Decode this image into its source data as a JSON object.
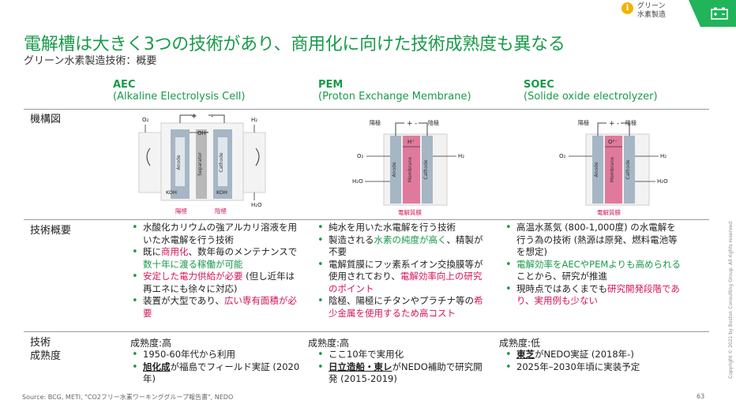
{
  "header": {
    "tag_label_1": "グリーン",
    "tag_label_2": "水素製造",
    "title": "電解槽は大きく3つの技術があり、商用化に向けた技術成熟度も異なる",
    "subtitle": "グリーン水素製造技術：概要"
  },
  "row_labels": {
    "mechanism": "機構図",
    "overview": "技術概要",
    "maturity_1": "技術",
    "maturity_2": "成熟度"
  },
  "columns": [
    {
      "name": "AEC",
      "full": "(Alkaline Electrolysis Cell)",
      "diagram": {
        "o2": "O₂",
        "h2": "H₂",
        "h2o": "H₂O",
        "oh": "OH⁻",
        "koh": "KOH",
        "anode": "Anode",
        "separator": "Separator",
        "cathode": "Cathode",
        "plus": "+",
        "minus": "-",
        "anode_label": "陽極",
        "cathode_label": "陰極"
      },
      "overview": [
        {
          "parts": [
            {
              "t": "水酸化カリウムの強アルカリ溶液を用いた水電解を行う技術",
              "c": ""
            }
          ]
        },
        {
          "parts": [
            {
              "t": "既に",
              "c": ""
            },
            {
              "t": "商用化",
              "c": "rd"
            },
            {
              "t": "、数年毎のメンテナンスで",
              "c": ""
            },
            {
              "t": "数十年に渡る稼働が可能",
              "c": "gr"
            }
          ]
        },
        {
          "parts": [
            {
              "t": "安定した電力供給が必要",
              "c": "rd"
            },
            {
              "t": " (但し近年は再エネにも徐々に対応)",
              "c": ""
            }
          ]
        },
        {
          "parts": [
            {
              "t": "装置が大型であり、",
              "c": ""
            },
            {
              "t": "広い専有面積が必要",
              "c": "rd"
            }
          ]
        }
      ],
      "maturity": {
        "level": "成熟度:高",
        "items": [
          {
            "parts": [
              {
                "t": "1950-60年代から利用",
                "c": ""
              }
            ]
          },
          {
            "parts": [
              {
                "t": "旭化成",
                "c": "ul"
              },
              {
                "t": "が福島でフィールド実証 (2020年)",
                "c": ""
              }
            ]
          }
        ]
      }
    },
    {
      "name": "PEM",
      "full": "(Proton Exchange Membrane)",
      "diagram": {
        "o2": "O₂",
        "h2": "H₂",
        "h2o": "H₂O",
        "ion": "H⁺",
        "anode": "Anode",
        "membrane": "Membrane",
        "cathode": "Cathode",
        "plus": "+",
        "minus": "-",
        "anode_label": "陽極",
        "cathode_label": "陰極",
        "membrane_label": "電解質膜"
      },
      "overview": [
        {
          "parts": [
            {
              "t": "純水を用いた水電解を行う技術",
              "c": ""
            }
          ]
        },
        {
          "parts": [
            {
              "t": "製造される",
              "c": ""
            },
            {
              "t": "水素の純度が高く",
              "c": "gr"
            },
            {
              "t": "、精製が不要",
              "c": ""
            }
          ]
        },
        {
          "parts": [
            {
              "t": "電解質膜にフッ素系イオン交換膜等が使用されており、",
              "c": ""
            },
            {
              "t": "電解効率向上の研究のポイント",
              "c": "rd"
            }
          ]
        },
        {
          "parts": [
            {
              "t": "陰極、陽極にチタンやプラチナ等の",
              "c": ""
            },
            {
              "t": "希少金属を使用するため高コスト",
              "c": "rd"
            }
          ]
        }
      ],
      "maturity": {
        "level": "成熟度:高",
        "items": [
          {
            "parts": [
              {
                "t": "ここ10年で実用化",
                "c": ""
              }
            ]
          },
          {
            "parts": [
              {
                "t": "日立造船・東レ",
                "c": "ul"
              },
              {
                "t": "がNEDO補助で研究開発 (2015-2019)",
                "c": ""
              }
            ]
          }
        ]
      }
    },
    {
      "name": "SOEC",
      "full": "(Solide oxide electrolyzer)",
      "diagram": {
        "o2": "O₂",
        "h2": "H₂",
        "h2o": "H₂O",
        "ion": "O²⁻",
        "anode": "Anode",
        "membrane": "Membrane",
        "cathode": "Cathode",
        "plus": "+",
        "minus": "-",
        "anode_label": "陽極",
        "cathode_label": "陰極",
        "membrane_label": "電解質膜"
      },
      "overview": [
        {
          "parts": [
            {
              "t": "高温水蒸気 (800-1,000度) の水電解を行う為の技術 (熱源は原発、燃料電池等を想定)",
              "c": ""
            }
          ]
        },
        {
          "parts": [
            {
              "t": "電解効率をAECやPEMよりも高められる",
              "c": "gr"
            },
            {
              "t": "ことから、研究が推進",
              "c": ""
            }
          ]
        },
        {
          "parts": [
            {
              "t": "現時点ではあくまでも",
              "c": ""
            },
            {
              "t": "研究開発段階であり、実用例も少ない",
              "c": "rd"
            }
          ]
        }
      ],
      "maturity": {
        "level": "成熟度:低",
        "items": [
          {
            "parts": [
              {
                "t": "東芝",
                "c": "ul"
              },
              {
                "t": "がNEDO実証 (2018年-)",
                "c": ""
              }
            ]
          },
          {
            "parts": [
              {
                "t": "2025年–2030年頃に実装予定",
                "c": ""
              }
            ]
          }
        ]
      }
    }
  ],
  "footer": {
    "source": "Source: BCG, METI, \"CO2フリー水素ワーキンググループ報告書\", NEDO",
    "page": "63",
    "copyright": "Copyright © 2021 by Boston Consulting Group. All rights reserved."
  },
  "colors": {
    "accent_green": "#1a9a4a",
    "highlight_red": "#d4145a",
    "corner_green": "#21b45a",
    "tag_yellow": "#f0b400"
  }
}
